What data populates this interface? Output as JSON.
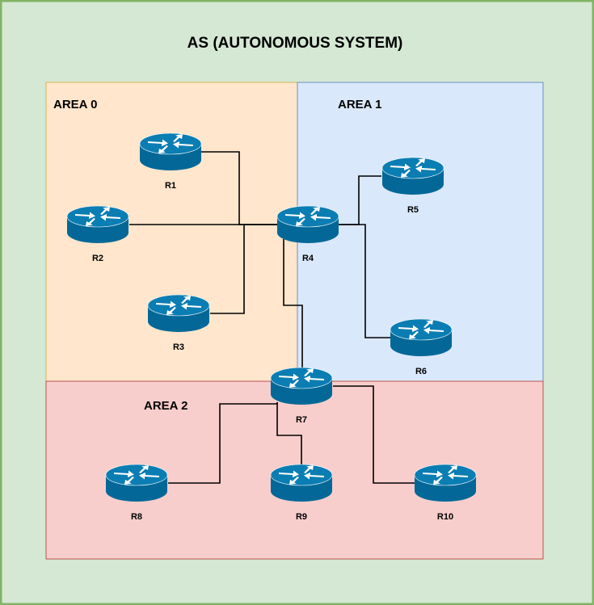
{
  "title": "AS (AUTONOMOUS SYSTEM)",
  "colors": {
    "background": "#d5e8d4",
    "border": "#82b366",
    "area0": "#ffe6cc",
    "area1": "#dae8fc",
    "area2": "#f8cecc",
    "router_body": "#036897",
    "router_top": "#0a7db3",
    "router_arrows": "#ffffff"
  },
  "areas": [
    {
      "id": "area0",
      "label": "AREA 0"
    },
    {
      "id": "area1",
      "label": "AREA 1"
    },
    {
      "id": "area2",
      "label": "AREA 2"
    }
  ],
  "routers": [
    {
      "id": "R1",
      "label": "R1",
      "icon": "router-icon"
    },
    {
      "id": "R2",
      "label": "R2",
      "icon": "router-icon"
    },
    {
      "id": "R3",
      "label": "R3",
      "icon": "router-icon"
    },
    {
      "id": "R4",
      "label": "R4",
      "icon": "router-icon"
    },
    {
      "id": "R5",
      "label": "R5",
      "icon": "router-icon"
    },
    {
      "id": "R6",
      "label": "R6",
      "icon": "router-icon"
    },
    {
      "id": "R7",
      "label": "R7",
      "icon": "router-icon"
    },
    {
      "id": "R8",
      "label": "R8",
      "icon": "router-icon"
    },
    {
      "id": "R9",
      "label": "R9",
      "icon": "router-icon"
    },
    {
      "id": "R10",
      "label": "R10",
      "icon": "router-icon"
    }
  ],
  "links": [
    {
      "from": "R1",
      "to": "R4"
    },
    {
      "from": "R2",
      "to": "R4"
    },
    {
      "from": "R3",
      "to": "R4"
    },
    {
      "from": "R4",
      "to": "R5"
    },
    {
      "from": "R4",
      "to": "R6"
    },
    {
      "from": "R4",
      "to": "R7"
    },
    {
      "from": "R7",
      "to": "R8"
    },
    {
      "from": "R7",
      "to": "R9"
    },
    {
      "from": "R7",
      "to": "R10"
    }
  ]
}
